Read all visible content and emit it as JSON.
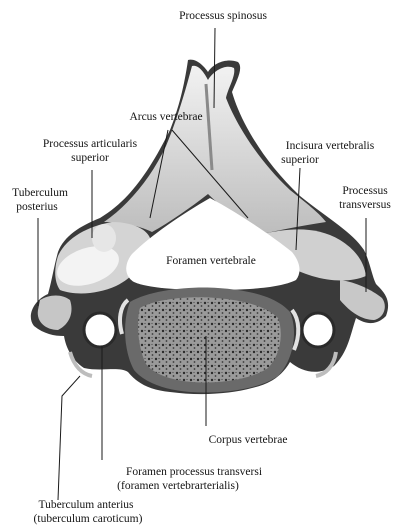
{
  "labels": {
    "processus_spinosus": "Processus spinosus",
    "arcus_vertebrae": "Arcus vertebrae",
    "processus_articularis_1": "Processus articularis",
    "processus_articularis_2": "superior",
    "tuberculum_posterius_1": "Tuberculum",
    "tuberculum_posterius_2": "posterius",
    "incisura_1": "Incisura vertebralis",
    "incisura_2": "superior",
    "processus_transversus_1": "Processus",
    "processus_transversus_2": "transversus",
    "foramen_vertebrale": "Foramen vertebrale",
    "corpus_vertebrae": "Corpus   vertebrae",
    "foramen_transversi_1": "Foramen  processus  transversi",
    "foramen_transversi_2": "(foramen  vertebrarterialis)",
    "tuberculum_anterius_1": "Tuberculum   anterius",
    "tuberculum_anterius_2": "(tuberculum  caroticum)"
  },
  "colors": {
    "bone_light": "#ededed",
    "bone_mid": "#b9b9b9",
    "bone_dark": "#6f6f6f",
    "shadow": "#2b2b2b",
    "ink": "#141414"
  }
}
